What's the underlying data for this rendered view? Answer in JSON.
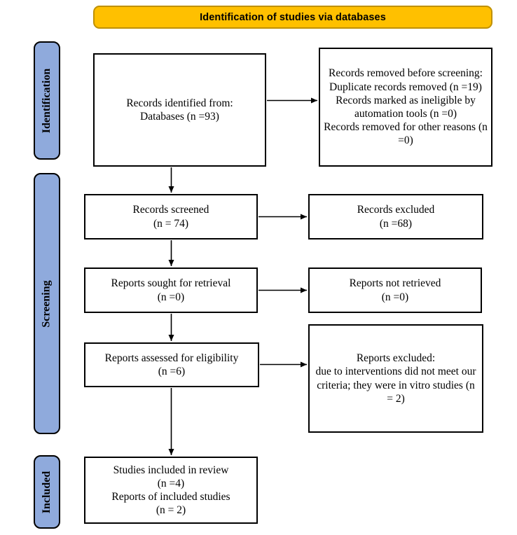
{
  "banner": {
    "label": "Identification of studies via databases"
  },
  "colors": {
    "banner_bg": "#FFC000",
    "banner_border": "#BF9000",
    "stage_bg": "#8FAADC",
    "line_color": "#000000"
  },
  "stages": [
    {
      "id": "identification",
      "label": "Identification"
    },
    {
      "id": "screening",
      "label": "Screening"
    },
    {
      "id": "included",
      "label": "Included"
    }
  ],
  "boxes": {
    "records_identified": {
      "text": "Records identified from:\nDatabases (n =93)"
    },
    "records_removed": {
      "text": "Records removed before screening:\nDuplicate records removed (n =19)\nRecords marked as ineligible by automation tools (n =0)\nRecords removed for other reasons (n =0)"
    },
    "records_screened": {
      "text": "Records screened\n(n = 74)"
    },
    "records_excluded": {
      "text": "Records excluded\n(n =68)"
    },
    "reports_sought": {
      "text": "Reports sought for retrieval\n(n =0)"
    },
    "reports_not_retrieved": {
      "text": "Reports not retrieved\n(n =0)"
    },
    "reports_assessed": {
      "text": "Reports assessed for eligibility\n(n =6)"
    },
    "reports_excluded": {
      "text": "Reports excluded:\ndue to interventions did not meet our criteria; they were in vitro studies (n = 2)"
    },
    "studies_included": {
      "text": "Studies included in review\n(n =4)\nReports of included studies\n(n = 2)"
    }
  }
}
